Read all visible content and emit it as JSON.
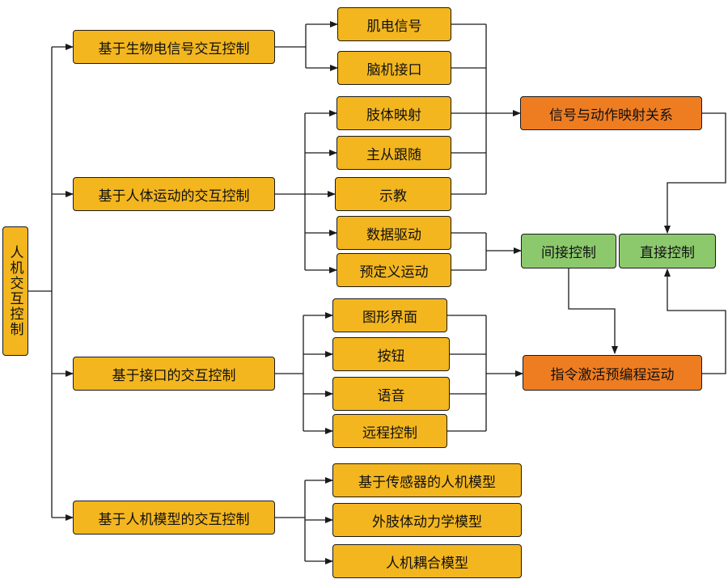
{
  "root": {
    "label": "人机交互控制"
  },
  "categories": [
    {
      "label": "基于生物电信号交互控制"
    },
    {
      "label": "基于人体运动的交互控制"
    },
    {
      "label": "基于接口的交互控制"
    },
    {
      "label": "基于人机模型的交互控制"
    }
  ],
  "subitems": {
    "bioelectric": [
      "肌电信号",
      "脑机接口"
    ],
    "motion": [
      "肢体映射",
      "主从跟随",
      "示教",
      "数据驱动",
      "预定义运动"
    ],
    "interface": [
      "图形界面",
      "按钮",
      "语音",
      "远程控制"
    ],
    "model": [
      "基于传感器的人机模型",
      "外肢体动力学模型",
      "人机耦合模型"
    ]
  },
  "mechanisms": {
    "signal_mapping": "信号与动作映射关系",
    "command_activation": "指令激活预编程运动"
  },
  "control_types": {
    "indirect": "间接控制",
    "direct": "直接控制"
  },
  "colors": {
    "node_fill": "#f3b61f",
    "mechanism_fill": "#ee7d22",
    "control_fill": "#8cc96d",
    "stroke": "#1a1a1a"
  }
}
